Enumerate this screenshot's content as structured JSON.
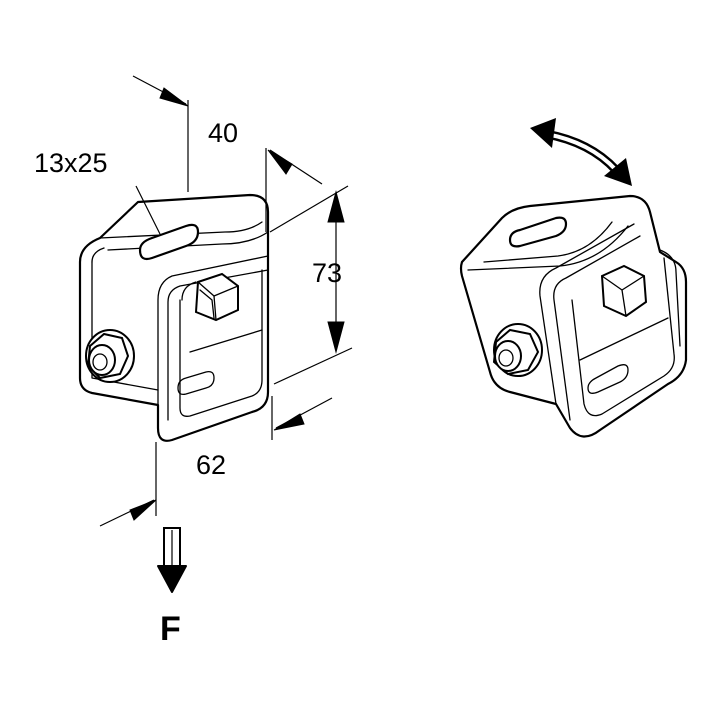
{
  "dimensions": {
    "slot": "13x25",
    "width": "40",
    "height": "73",
    "depth": "62"
  },
  "force_label": "F",
  "icons": {
    "rotation": "curved-double-arrow-icon",
    "load": "down-arrow-icon"
  }
}
